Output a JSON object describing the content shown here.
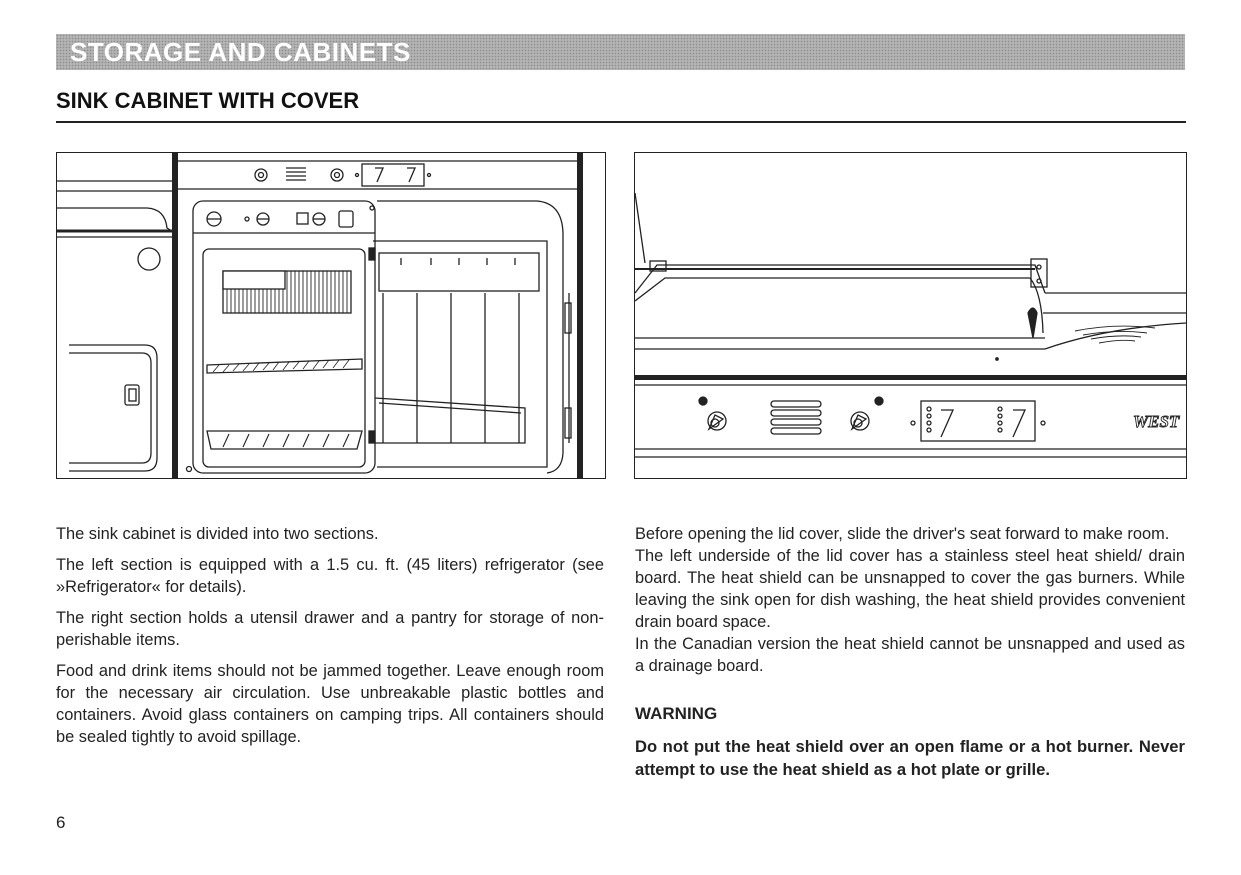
{
  "banner": {
    "title": "STORAGE AND CABINETS"
  },
  "section": {
    "heading": "SINK CABINET WITH COVER"
  },
  "figures": {
    "right": {
      "logo_text": "WEST"
    }
  },
  "left_column": {
    "paragraphs": [
      "The sink cabinet is divided into two sections.",
      "The left section is equipped with a 1.5 cu. ft. (45 liters) refrigerator (see »Refrigerator« for details).",
      "The right section holds a utensil drawer and a pantry for storage of non-perishable items.",
      "Food and drink items should not be jammed together. Leave enough room for the necessary air circulation. Use unbreakable plastic bottles and containers. Avoid glass containers on camping trips. All containers should be sealed tightly to avoid spillage."
    ]
  },
  "right_column": {
    "paragraphs": [
      "Before opening the lid cover, slide the driver's seat forward to make room.",
      "The left underside of the lid cover has a stainless steel heat shield/ drain board. The heat shield can be unsnapped to cover the gas burners. While leaving the sink open for dish washing, the heat shield provides convenient drain board space.",
      "In the Canadian version the heat shield cannot be unsnapped and used as a drainage board."
    ],
    "warning_title": "WARNING",
    "warning_text": "Do not put the heat shield over an open flame or a hot burner. Never attempt to use the heat shield as a hot plate or grille."
  },
  "page": {
    "number": "6"
  }
}
